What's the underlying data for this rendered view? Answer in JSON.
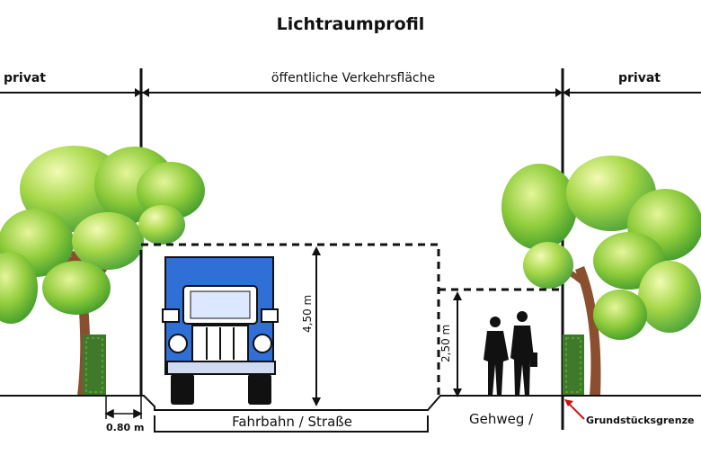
{
  "title": "Lichtraumprofil",
  "labels": {
    "private_left": "privat",
    "public_area": "öffentliche Verkehrsfläche",
    "private_right": "privat",
    "road": "Fahrbahn / Straße",
    "sidewalk": "Gehweg /",
    "distance": "0.80 m",
    "vehicle_height": "4,50 m",
    "sidewalk_height": "2,50 m",
    "property_boundary": "Grundstücksgrenze"
  },
  "colors": {
    "truck_body": "#2f6fd6",
    "tree_foliage": "#7cc23a",
    "hedge": "#3f7a2a",
    "boundary_arrow": "#cc1111"
  },
  "icons": [
    "tree-icon",
    "hedge-icon",
    "truck-icon",
    "pedestrians-icon"
  ]
}
